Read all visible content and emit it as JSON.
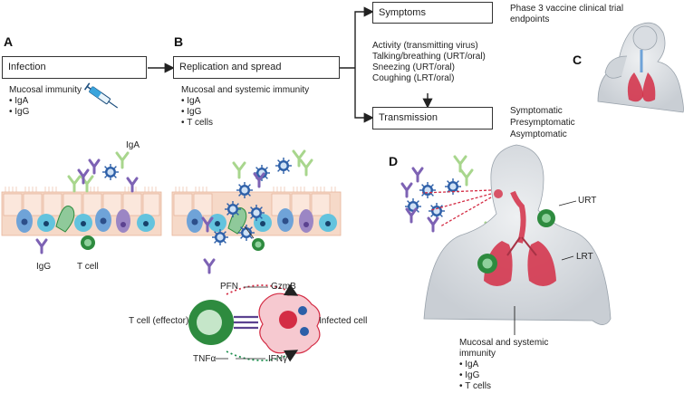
{
  "panels": {
    "a": {
      "letter": "A",
      "box": "Infection",
      "immunity_title": "Mucosal immunity",
      "immunity_items": [
        "IgA",
        "IgG"
      ]
    },
    "b": {
      "letter": "B",
      "box": "Replication and spread",
      "immunity_title": "Mucosal and systemic immunity",
      "immunity_items": [
        "IgA",
        "IgG",
        "T cells"
      ]
    },
    "c": {
      "letter": "C"
    },
    "d": {
      "letter": "D",
      "urt": "URT",
      "lrt": "LRT",
      "immunity_title_1": "Mucosal and systemic",
      "immunity_title_2": "immunity",
      "immunity_items": [
        "IgA",
        "IgG",
        "T cells"
      ]
    }
  },
  "flow": {
    "symptoms_box": "Symptoms",
    "transmission_box": "Transmission",
    "endpoints_1": "Phase 3 vaccine clinical trial",
    "endpoints_2": "endpoints",
    "activities": [
      "Activity (transmitting virus)",
      "Talking/breathing (URT/oral)",
      "Sneezing (URT/oral)",
      "Coughing (LRT/oral)"
    ],
    "transmission_types": [
      "Symptomatic",
      "Presymptomatic",
      "Asymptomatic"
    ]
  },
  "cells": {
    "iga": "IgA",
    "igg": "IgG",
    "tcell": "T cell",
    "effector": "T cell (effector)",
    "infected": "Infected cell",
    "pfn": "PFN",
    "gzmb": "GzmB",
    "tnfa": "TNFα",
    "ifng": "IFNγ"
  },
  "colors": {
    "epithelium": "#f6d9c8",
    "cell_blue": "#6fa3d8",
    "cell_purple": "#9b86c4",
    "cell_cyan": "#63c3de",
    "tcell": "#2e8b3f",
    "virus": "#2d5fa8",
    "iga": "#a8d68d",
    "igg": "#7d62b4",
    "lung": "#d42d45",
    "body": "#d8dde2"
  }
}
